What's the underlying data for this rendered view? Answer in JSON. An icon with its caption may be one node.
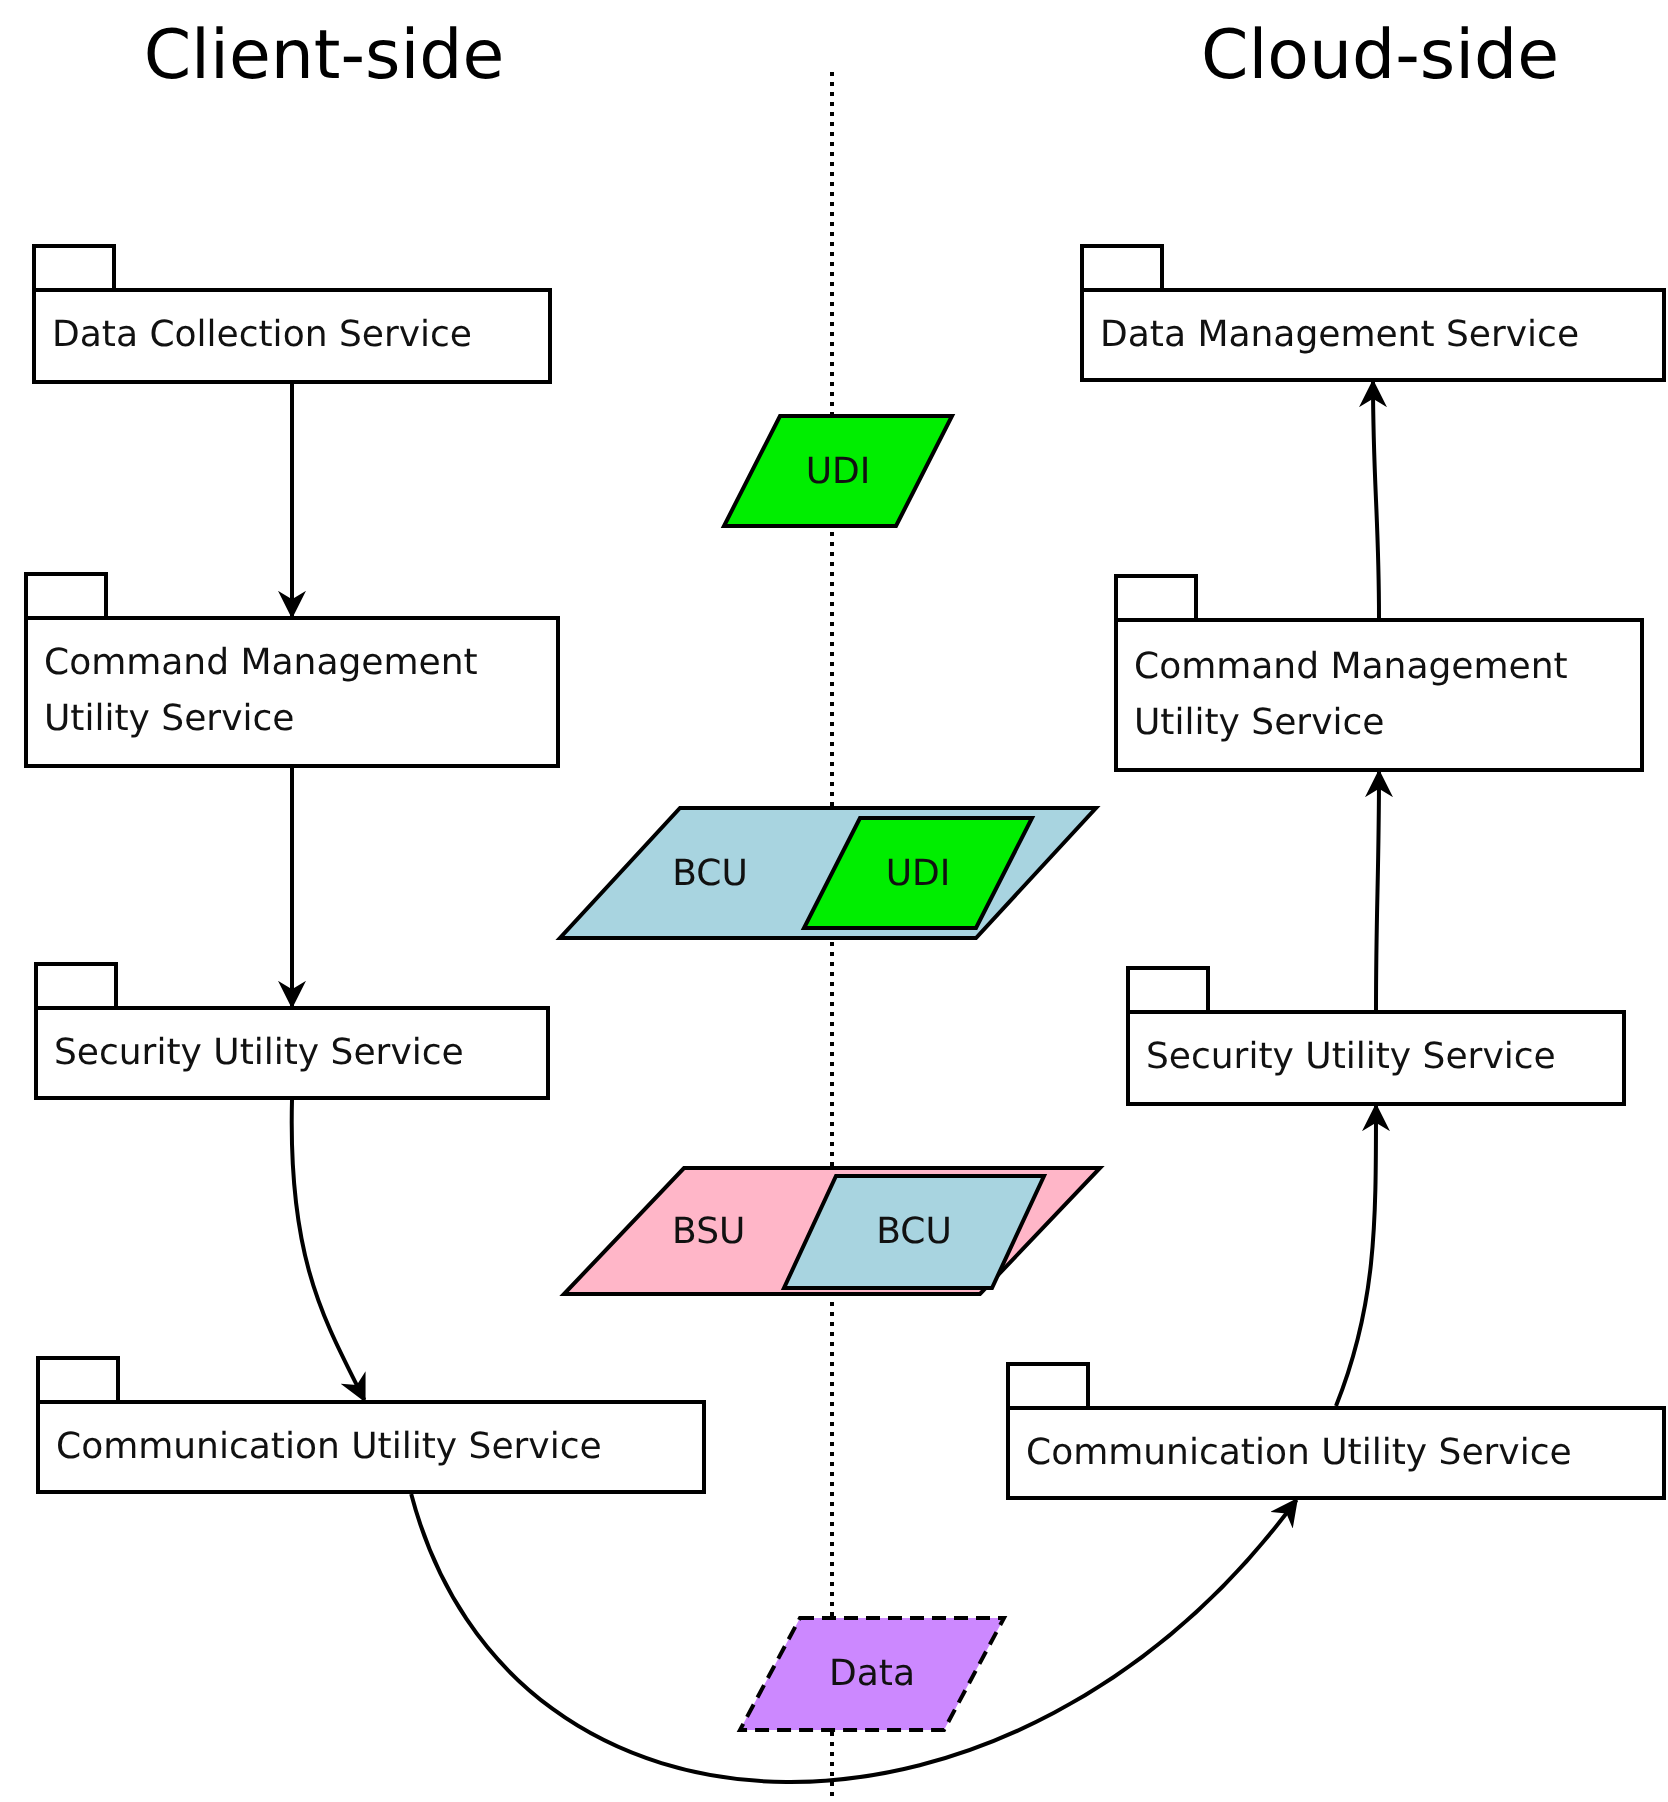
{
  "diagram": {
    "nodes": [
      {
        "text": [
          "Data Collection Service"
        ]
      },
      {
        "text": [
          "Command Management Utility Service"
        ]
      },
      {
        "text": [
          "Security Utility Service"
        ]
      },
      {
        "text": [
          "Communication Utility Service"
        ]
      },
      {
        "text": [
          "Data Management Service"
        ]
      },
      {
        "text": [
          "Command Management Utility Service"
        ]
      },
      {
        "text": [
          "Security Utility Service"
        ]
      },
      {
        "text": [
          "Communication Utility Service"
        ]
      },
      {
        "text": [
          "UDI"
        ]
      },
      {
        "text": [
          "BCU"
        ]
      },
      {
        "text": [
          "UDI"
        ],
        "in": 9
      },
      {
        "text": [
          "BSU"
        ]
      },
      {
        "text": [
          "BCU"
        ],
        "in": 11
      },
      {
        "text": [
          "Data"
        ]
      }
    ],
    "edges": [
      {
        "from": 0,
        "to": 1,
        "arrow": "to"
      },
      {
        "from": 1,
        "to": 2,
        "arrow": "to"
      },
      {
        "from": 2,
        "to": 3,
        "arrow": "to"
      },
      {
        "from": 3,
        "to": 7,
        "arrow": "to"
      },
      {
        "from": 7,
        "to": 6,
        "arrow": "to"
      },
      {
        "from": 6,
        "to": 5,
        "arrow": "to"
      },
      {
        "from": 5,
        "to": 4,
        "arrow": "to"
      }
    ],
    "labels": [
      "Client-side",
      "Cloud-side"
    ]
  }
}
